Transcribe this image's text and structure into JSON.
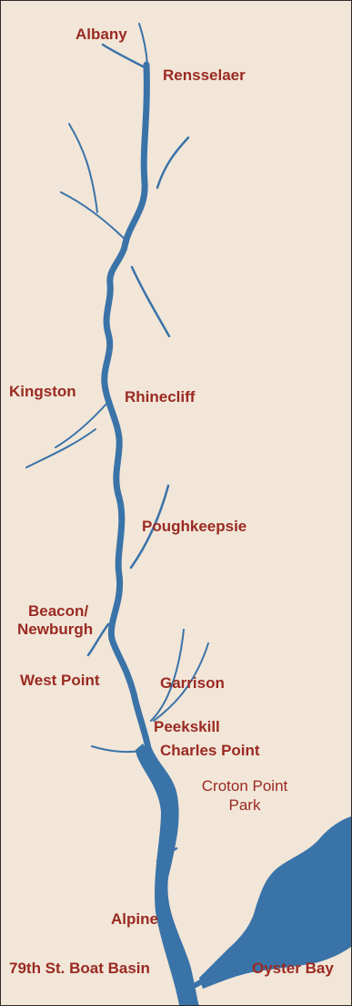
{
  "map": {
    "water_color": "#3a73a8",
    "label_color": "#9a2a22",
    "background_color": "#f2e6d8",
    "labels": {
      "albany": "Albany",
      "rensselaer": "Rensselaer",
      "kingston": "Kingston",
      "rhinecliff": "Rhinecliff",
      "poughkeepsie": "Poughkeepsie",
      "beacon_newburgh_1": "Beacon/",
      "beacon_newburgh_2": "Newburgh",
      "west_point": "West Point",
      "garrison": "Garrison",
      "peekskill": "Peekskill",
      "charles_point": "Charles Point",
      "croton_1": "Croton Point",
      "croton_2": "Park",
      "alpine": "Alpine",
      "boat_basin": "79th St. Boat Basin",
      "oyster_bay": "Oyster Bay"
    }
  }
}
